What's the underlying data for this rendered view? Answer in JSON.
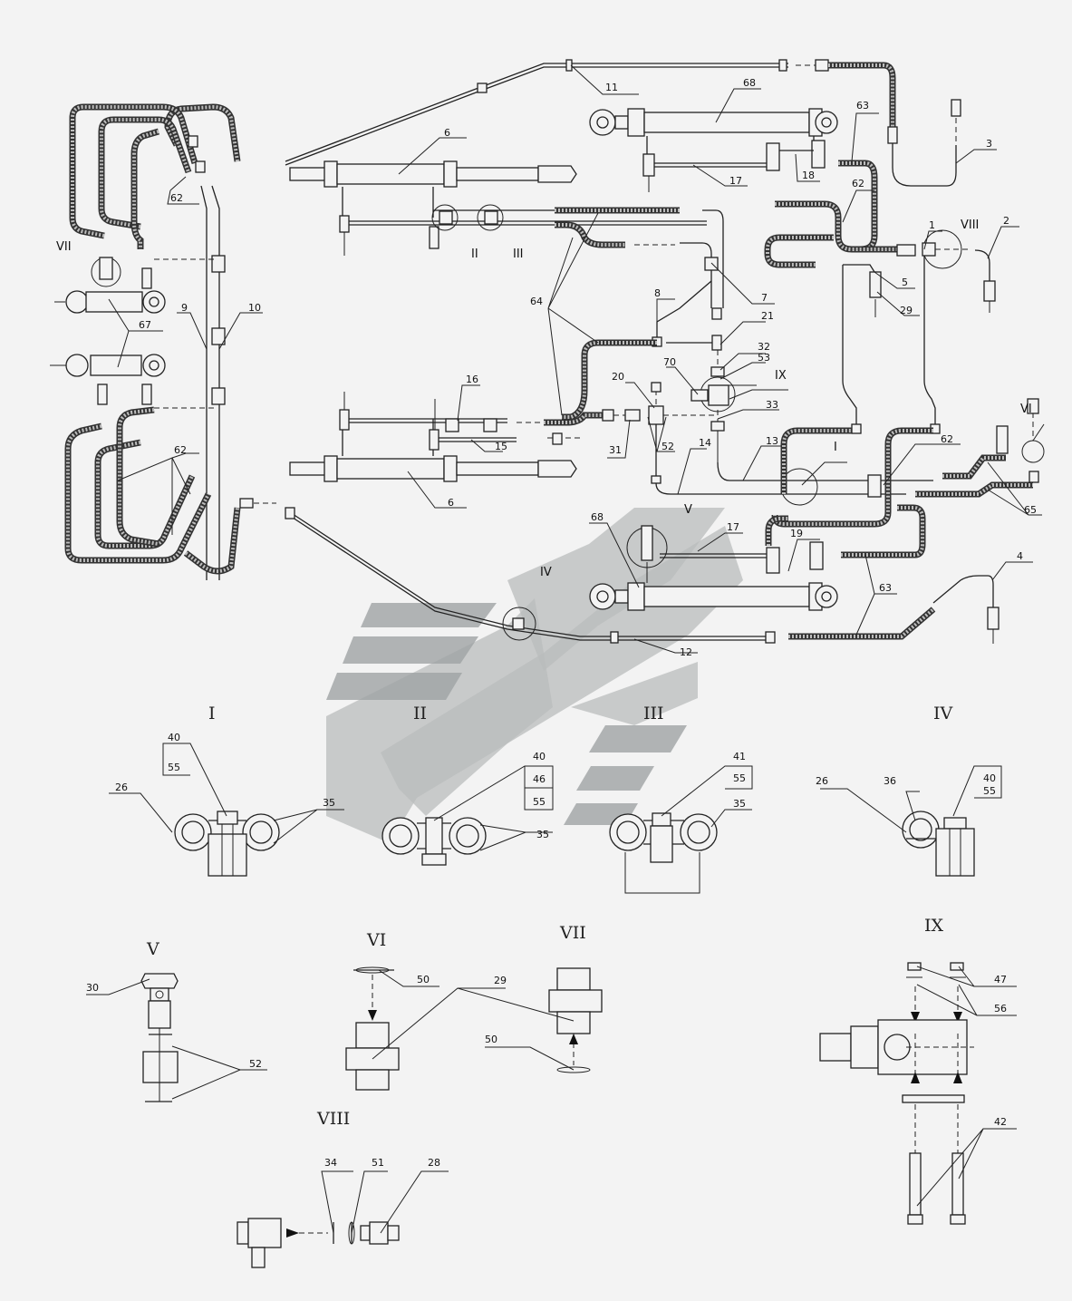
{
  "views": [
    "I",
    "II",
    "III",
    "IV",
    "V",
    "VI",
    "VII",
    "VIII",
    "IX"
  ],
  "main_labels": [
    {
      "id": "l11",
      "t": "11"
    },
    {
      "id": "l68a",
      "t": "68"
    },
    {
      "id": "l63a",
      "t": "63"
    },
    {
      "id": "l3",
      "t": "3"
    },
    {
      "id": "l6a",
      "t": "6"
    },
    {
      "id": "l18",
      "t": "18"
    },
    {
      "id": "l17a",
      "t": "17"
    },
    {
      "id": "l62a",
      "t": "62"
    },
    {
      "id": "l1",
      "t": "1"
    },
    {
      "id": "l2",
      "t": "2"
    },
    {
      "id": "l62b",
      "t": "62"
    },
    {
      "id": "l5",
      "t": "5"
    },
    {
      "id": "l29a",
      "t": "29"
    },
    {
      "id": "l7",
      "t": "7"
    },
    {
      "id": "l8",
      "t": "8"
    },
    {
      "id": "l64",
      "t": "64"
    },
    {
      "id": "l21",
      "t": "21"
    },
    {
      "id": "l32",
      "t": "32"
    },
    {
      "id": "l53",
      "t": "53"
    },
    {
      "id": "l70",
      "t": "70"
    },
    {
      "id": "l67",
      "t": "67"
    },
    {
      "id": "l9",
      "t": "9"
    },
    {
      "id": "l10",
      "t": "10"
    },
    {
      "id": "l16",
      "t": "16"
    },
    {
      "id": "l20",
      "t": "20"
    },
    {
      "id": "l33",
      "t": "33"
    },
    {
      "id": "l15",
      "t": "15"
    },
    {
      "id": "l31",
      "t": "31"
    },
    {
      "id": "l52a",
      "t": "52"
    },
    {
      "id": "l14",
      "t": "14"
    },
    {
      "id": "l13",
      "t": "13"
    },
    {
      "id": "l62c",
      "t": "62"
    },
    {
      "id": "l62d",
      "t": "62"
    },
    {
      "id": "l6b",
      "t": "6"
    },
    {
      "id": "l65",
      "t": "65"
    },
    {
      "id": "l17b",
      "t": "17"
    },
    {
      "id": "l19",
      "t": "19"
    },
    {
      "id": "l68b",
      "t": "68"
    },
    {
      "id": "l63b",
      "t": "63"
    },
    {
      "id": "l4",
      "t": "4"
    },
    {
      "id": "l12",
      "t": "12"
    }
  ],
  "detail_labels": {
    "I": [
      "40",
      "55",
      "26",
      "35"
    ],
    "II": [
      "40",
      "46",
      "55",
      "35"
    ],
    "III": [
      "41",
      "55",
      "35"
    ],
    "IV": [
      "26",
      "36",
      "40",
      "55"
    ],
    "V": [
      "30",
      "52"
    ],
    "VI": [
      "50",
      "29"
    ],
    "VII": [
      "50"
    ],
    "VIII": [
      "34",
      "51",
      "28"
    ],
    "IX": [
      "47",
      "56",
      "42"
    ]
  }
}
